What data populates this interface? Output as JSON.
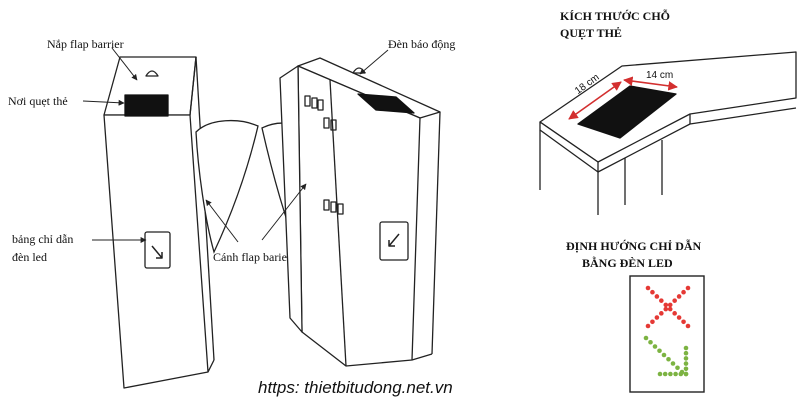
{
  "labels": {
    "flap_cover": "Nắp flap barrier",
    "card_reader": "Nơi quẹt thẻ",
    "alarm_light": "Đèn báo động",
    "led_panel_line1": "bảng chỉ dẫn",
    "led_panel_line2": "đèn led",
    "flap_wings": "Cánh flap barie"
  },
  "card_area": {
    "heading_line1": "KÍCH THƯỚC CHỖ",
    "heading_line2": "QUẸT THẺ",
    "length": "18 cm",
    "width": "14 cm"
  },
  "led_guide": {
    "heading_line1": "ĐỊNH HƯỚNG CHỈ DẪN",
    "heading_line2": "BẰNG ĐÈN LED",
    "colors": {
      "stop": "#e53935",
      "go": "#7cb342"
    }
  },
  "footer": {
    "url": "https: thietbitudong.net.vn"
  },
  "colors": {
    "line": "#222222",
    "reader": "#111111",
    "arrow_dim": "#d32f2f"
  }
}
